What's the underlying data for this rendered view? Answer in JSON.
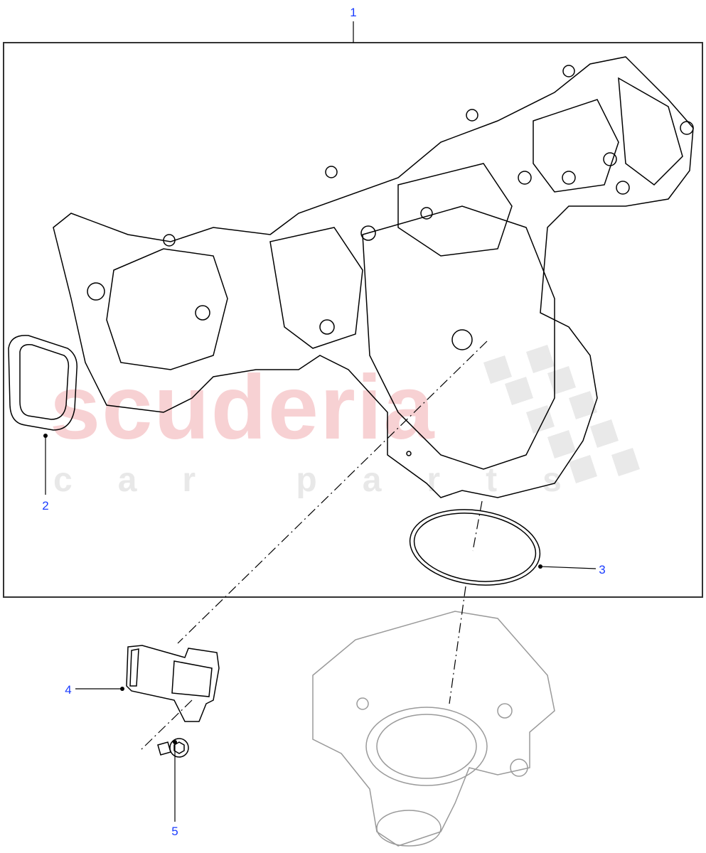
{
  "watermark": {
    "brand": "scuderia",
    "sub": "car parts"
  },
  "callouts": [
    {
      "id": "1",
      "label": "1"
    },
    {
      "id": "2",
      "label": "2"
    },
    {
      "id": "3",
      "label": "3"
    },
    {
      "id": "4",
      "label": "4"
    },
    {
      "id": "5",
      "label": "5"
    }
  ],
  "colors": {
    "callout": "#1a3cff",
    "line": "#000000",
    "ghost_part": "#9a9a9a",
    "watermark_red": "#f6c9cc"
  }
}
